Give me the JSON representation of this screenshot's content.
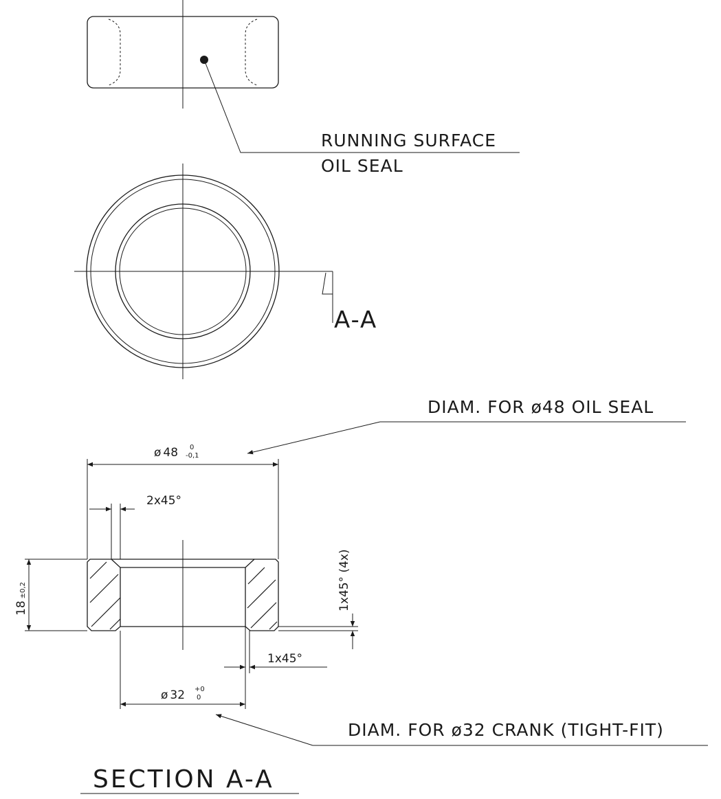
{
  "drawing": {
    "callout_top_line1": "RUNNING SURFACE",
    "callout_top_line2": "OIL SEAL",
    "section_marker": "A-A",
    "callout_seal": "DIAM. FOR ø48 OIL SEAL",
    "dim_outer_prefix": "ø",
    "dim_outer_value": "48",
    "dim_outer_tol_upper": "0",
    "dim_outer_tol_lower": "-0,1",
    "dim_chamfer_top": "2x45°",
    "dim_height": "18",
    "dim_height_tol": "±0,2",
    "dim_chamfer_side": "1x45° (4x)",
    "dim_chamfer_bottom": "1x45°",
    "dim_inner_prefix": "ø",
    "dim_inner_value": "32",
    "dim_inner_tol_upper": "+0",
    "dim_inner_tol_lower": "0",
    "callout_crank": "DIAM. FOR ø32 CRANK (TIGHT-FIT)",
    "section_title": "SECTION A-A"
  }
}
